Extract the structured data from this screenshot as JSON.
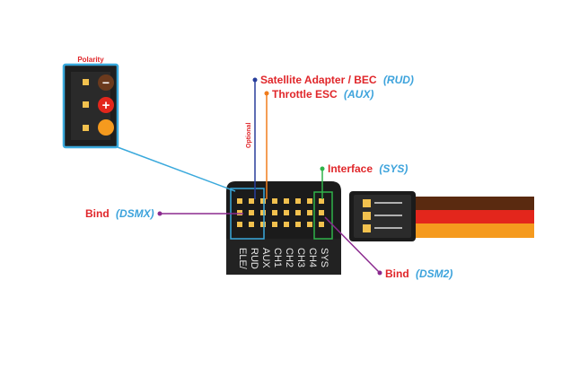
{
  "polarity": {
    "title": "Polarity",
    "minus_symbol": "−",
    "plus_symbol": "+"
  },
  "labels": {
    "satellite": {
      "main": "Satellite Adapter / BEC",
      "paren": "(RUD)"
    },
    "throttle": {
      "main": "Throttle ESC",
      "paren": "(AUX)"
    },
    "optional": "Optional",
    "interface": {
      "main": "Interface",
      "paren": "(SYS)"
    },
    "bind_dsmx": {
      "main": "Bind",
      "paren": "(DSMX)"
    },
    "bind_dsm2": {
      "main": "Bind",
      "paren": "(DSM2)"
    }
  },
  "channels": [
    "ELE/",
    "RUD",
    "AUX",
    "CH1",
    "CH2",
    "CH3",
    "CH4",
    "SYS"
  ],
  "colors": {
    "label_red": "#e0262a",
    "label_blue": "#3da3dc",
    "line_cyan": "#3aa9dc",
    "line_orange": "#f07c1c",
    "line_green": "#2fb34a",
    "line_purple": "#8b2a8f",
    "line_navy": "#283e9c",
    "wire_brown": "#5a2a10",
    "wire_red": "#e3261c",
    "wire_orange": "#f59a1e",
    "device_body": "#1b1b1b",
    "pin": "#f2c14e"
  }
}
